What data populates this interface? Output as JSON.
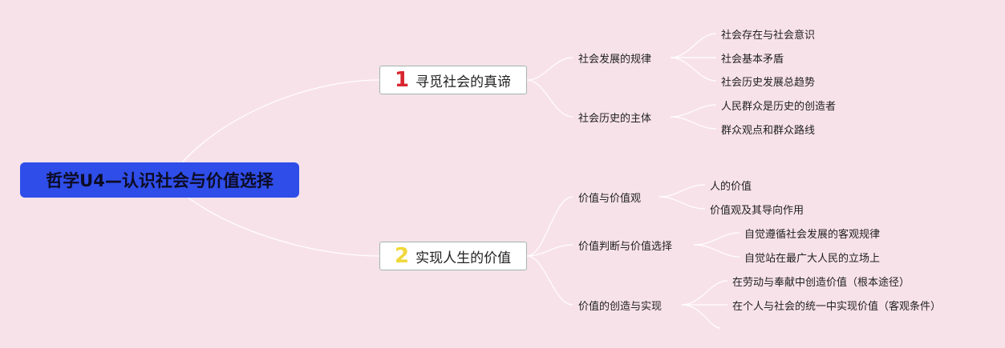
{
  "root": {
    "label": "哲学U4—认识社会与价值选择"
  },
  "colors": {
    "background": "#f8e2ea",
    "root": "#2f4de8",
    "num1": "#d8262e",
    "num2": "#f0d83a",
    "line": "#ffffff"
  },
  "topics": [
    {
      "number": "1",
      "label": "寻觅社会的真谛",
      "subtopics": [
        {
          "label": "社会发展的规律",
          "items": [
            "社会存在与社会意识",
            "社会基本矛盾",
            "社会历史发展总趋势"
          ]
        },
        {
          "label": "社会历史的主体",
          "items": [
            "人民群众是历史的创造者",
            "群众观点和群众路线"
          ]
        }
      ]
    },
    {
      "number": "2",
      "label": "实现人生的价值",
      "subtopics": [
        {
          "label": "价值与价值观",
          "items": [
            "人的价值",
            "价值观及其导向作用"
          ]
        },
        {
          "label": "价值判断与价值选择",
          "items": [
            "自觉遵循社会发展的客观规律",
            "自觉站在最广大人民的立场上"
          ]
        },
        {
          "label": "价值的创造与实现",
          "items": [
            "在劳动与奉献中创造价值（根本途径）",
            "在个人与社会的统一中实现价值（客观条件）"
          ]
        }
      ]
    }
  ]
}
